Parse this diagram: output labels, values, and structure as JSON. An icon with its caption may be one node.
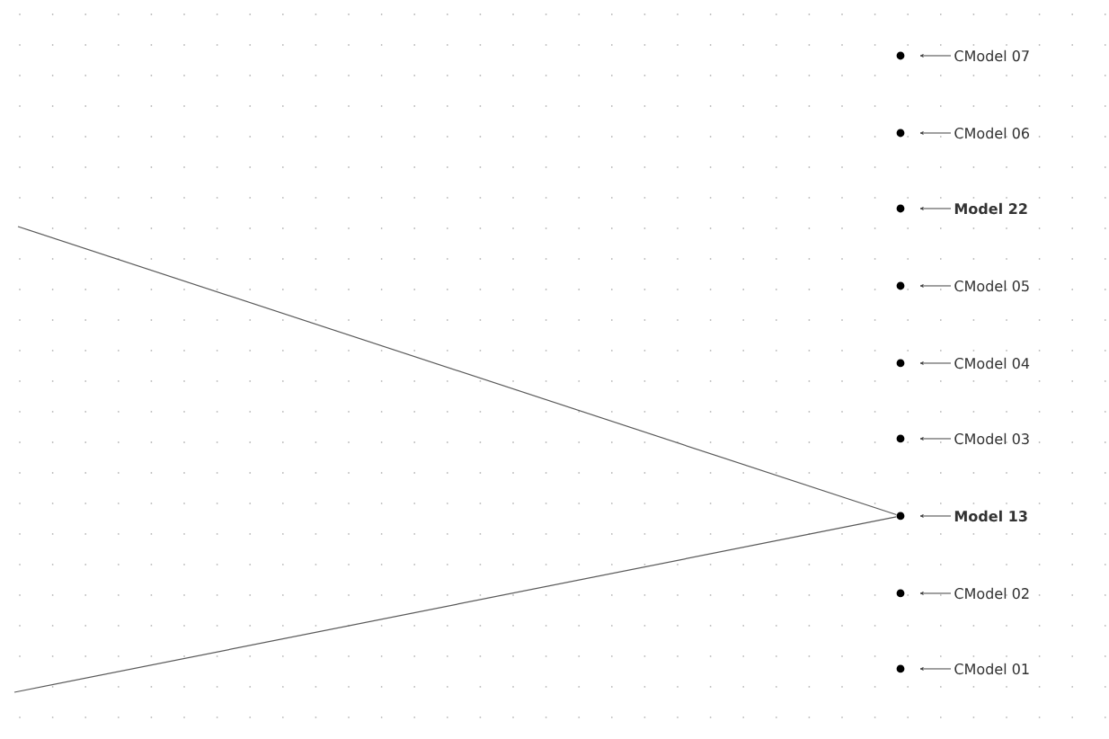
{
  "diagram": {
    "nodes": [
      {
        "text": [],
        "shape": "circle"
      },
      {
        "text": [
          "CModel 07"
        ]
      },
      {
        "text": [],
        "shape": "circle"
      },
      {
        "text": [
          "CModel 06"
        ]
      },
      {
        "text": [],
        "shape": "circle"
      },
      {
        "text": [
          "Model 22"
        ]
      },
      {
        "text": [],
        "shape": "circle"
      },
      {
        "text": [
          "CModel 05"
        ]
      },
      {
        "text": [],
        "shape": "circle"
      },
      {
        "text": [
          "CModel 04"
        ]
      },
      {
        "text": [],
        "shape": "circle"
      },
      {
        "text": [
          "CModel 03"
        ]
      },
      {
        "text": [],
        "shape": "circle"
      },
      {
        "text": [
          "Model 13"
        ]
      },
      {
        "text": [],
        "shape": "circle"
      },
      {
        "text": [
          "CModel 02"
        ]
      },
      {
        "text": [],
        "shape": "circle"
      },
      {
        "text": [
          "CModel 01"
        ]
      }
    ],
    "edges": [
      {
        "from": 1,
        "to": 0,
        "arrow": "to"
      },
      {
        "from": 3,
        "to": 2,
        "arrow": "to"
      },
      {
        "from": 5,
        "to": 4,
        "arrow": "to"
      },
      {
        "from": 7,
        "to": 6,
        "arrow": "to"
      },
      {
        "from": 9,
        "to": 8,
        "arrow": "to"
      },
      {
        "from": 11,
        "to": 10,
        "arrow": "to"
      },
      {
        "from": 13,
        "to": 12,
        "arrow": "to"
      },
      {
        "from": 15,
        "to": 14,
        "arrow": "to"
      },
      {
        "from": 17,
        "to": 16,
        "arrow": "to"
      },
      {
        "from": null,
        "to": 12,
        "arrow": "none"
      },
      {
        "from": null,
        "to": 12,
        "arrow": "none"
      }
    ]
  }
}
